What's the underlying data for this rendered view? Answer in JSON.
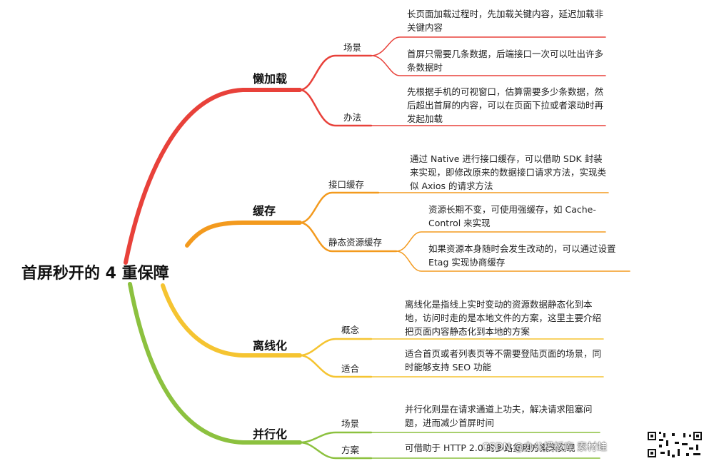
{
  "root": "首屏秒开的 4 重保障",
  "branches": [
    {
      "label": "懒加载",
      "color": "#e8413a",
      "topics": [
        {
          "label": "场景",
          "leaves": [
            "长页面加载过程时，先加载关键内容，延迟加载非关键内容",
            "首屏只需要几条数据，后端接口一次可以吐出许多条数据时"
          ]
        },
        {
          "label": "办法",
          "leaves": [
            "先根据手机的可视窗口，估算需要多少条数据，然后超出首屏的内容，可以在页面下拉或者滚动时再发起加载"
          ]
        }
      ]
    },
    {
      "label": "缓存",
      "color": "#f39a1e",
      "topics": [
        {
          "label": "接口缓存",
          "leaves": [
            "通过 Native 进行接口缓存，可以借助 SDK 封装来实现，即修改原来的数据接口请求方法，实现类似 Axios 的请求方法"
          ]
        },
        {
          "label": "静态资源缓存",
          "leaves": [
            "资源长期不变，可使用强缓存，如 Cache-Control 来实现",
            "如果资源本身随时会发生改动的，可以通过设置Etag 实现协商缓存"
          ]
        }
      ]
    },
    {
      "label": "离线化",
      "color": "#f5c431",
      "topics": [
        {
          "label": "概念",
          "leaves": [
            "离线化是指线上实时变动的资源数据静态化到本地，访问时走的是本地文件的方案，这里主要介绍把页面内容静态化到本地的方案"
          ]
        },
        {
          "label": "适合",
          "leaves": [
            "适合首页或者列表页等不需要登陆页面的场景，同时能够支持 SEO 功能"
          ]
        }
      ]
    },
    {
      "label": "并行化",
      "color": "#8cc13f",
      "topics": [
        {
          "label": "场景",
          "leaves": [
            "并行化则是在请求通道上功夫，解决请求阻塞问题，进而减少首屏时间"
          ]
        },
        {
          "label": "方案",
          "leaves": [
            "可借助于 HTTP 2.0 的多路复用方案来实现"
          ]
        }
      ]
    }
  ],
  "watermark": "CSDN @办公模板库 素材蛙"
}
